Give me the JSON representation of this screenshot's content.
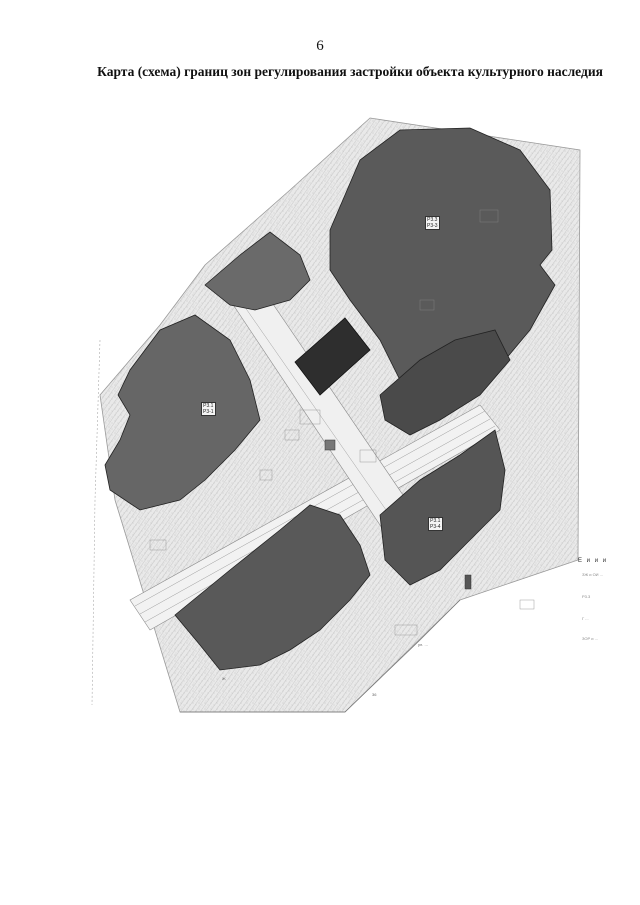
{
  "page": {
    "number": "6",
    "title": "Карта (схема) границ зон регулирования застройки объекта культурного наследия"
  },
  "map": {
    "zones": [
      {
        "code": "Р3.3",
        "sub": "Р3-3"
      },
      {
        "code": "Р3.1",
        "sub": "Р3-1"
      },
      {
        "code": "Р3.1",
        "sub": "Р3-4"
      }
    ],
    "colors": {
      "zone_dark": "#3d3d3d",
      "zone_mid": "#6a6a6a",
      "base": "#e6e6e6",
      "lines": "#b0b0b0"
    },
    "labels": [
      "ул. ...",
      "36",
      "Ж"
    ]
  },
  "legend": {
    "title": "Е и и и",
    "items": [
      "ЗЖ и ОИ ...",
      "Р3.3",
      "Г ...",
      "ЗОР и ..."
    ]
  }
}
